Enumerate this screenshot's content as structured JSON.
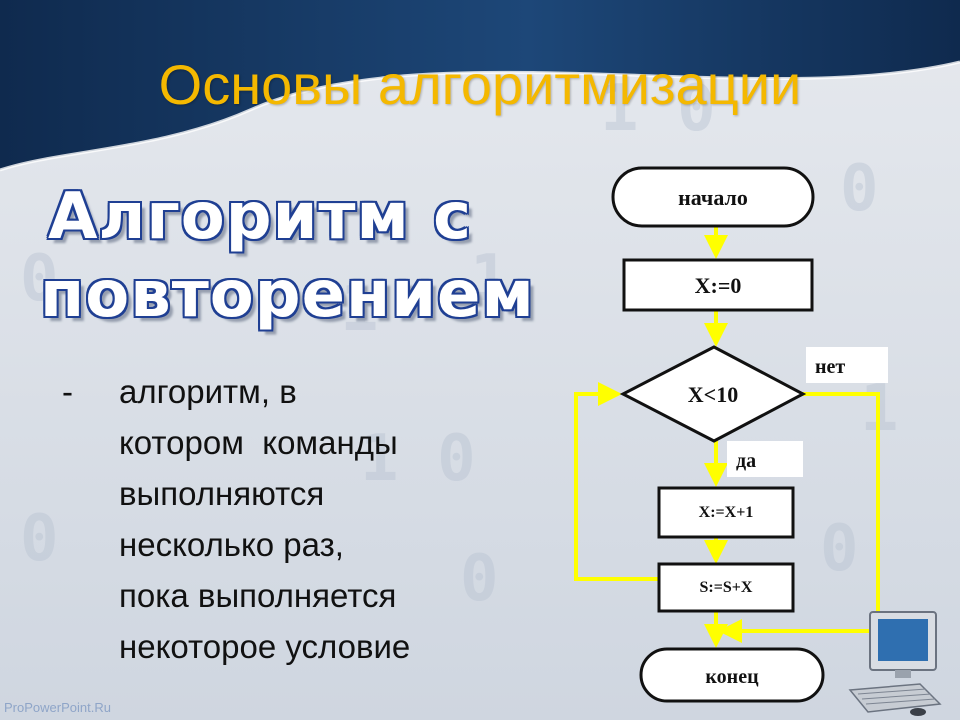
{
  "slide": {
    "title": "Основы алгоритмизации",
    "heading_line1": "Алгоритм с",
    "heading_line2": "повторением",
    "definition_dash": "-",
    "definition_text": "алгоритм, в\nкотором  команды\nвыполняются\nнесколько раз,\nпока выполняется\nнекоторое условие",
    "watermark": "ProPowerPoint.Ru"
  },
  "flowchart": {
    "start": "начало",
    "init": "X:=0",
    "condition": "X<10",
    "yes_label": "да",
    "no_label": "нет",
    "step1": "X:=X+1",
    "step2": "S:=S+X",
    "end": "конец"
  },
  "colors": {
    "title": "#f4b800",
    "connector": "#ffff00",
    "header_band": "#17375e",
    "wordart_outline": "#1f3f93"
  },
  "icons": [
    "computer-icon"
  ]
}
